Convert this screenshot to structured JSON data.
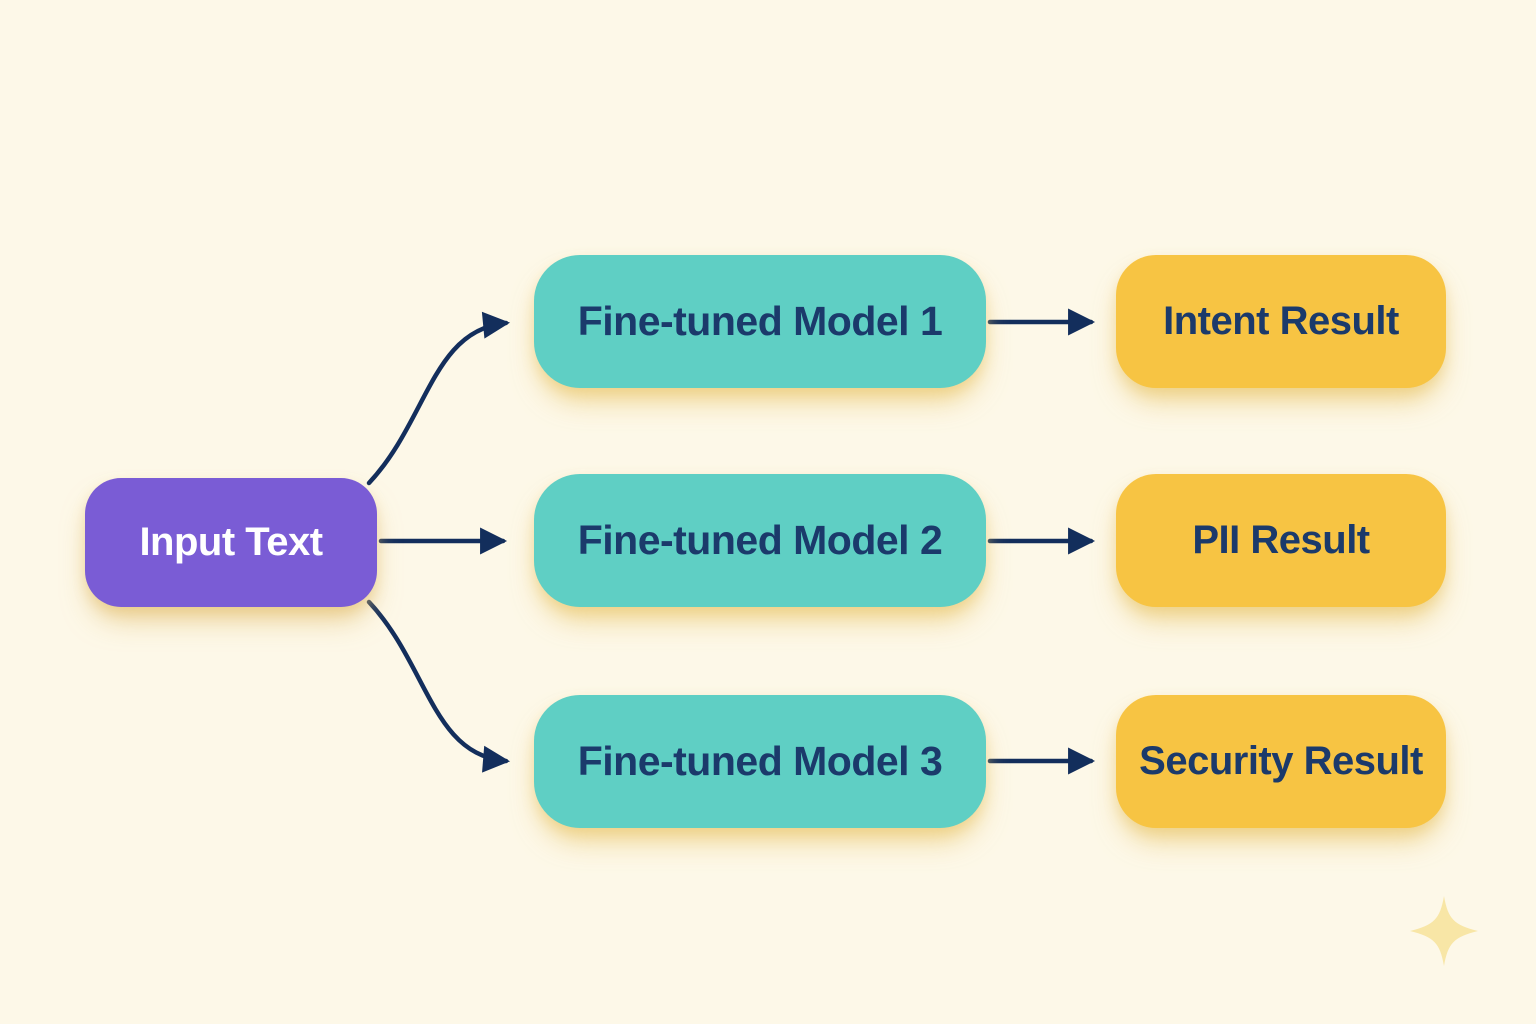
{
  "colors": {
    "background": "#FDF8E8",
    "input_fill": "#7A5CD5",
    "input_text": "#FFFFFF",
    "model_fill": "#5FCFC4",
    "result_fill": "#F7C443",
    "node_text": "#1B3A6B",
    "arrow": "#132E5C",
    "sparkle": "#F8E6A6"
  },
  "diagram": {
    "input": {
      "label": "Input Text"
    },
    "models": [
      {
        "label": "Fine-tuned Model 1"
      },
      {
        "label": "Fine-tuned Model 2"
      },
      {
        "label": "Fine-tuned Model 3"
      }
    ],
    "results": [
      {
        "label": "Intent Result"
      },
      {
        "label": "PII Result"
      },
      {
        "label": "Security Result"
      }
    ]
  }
}
